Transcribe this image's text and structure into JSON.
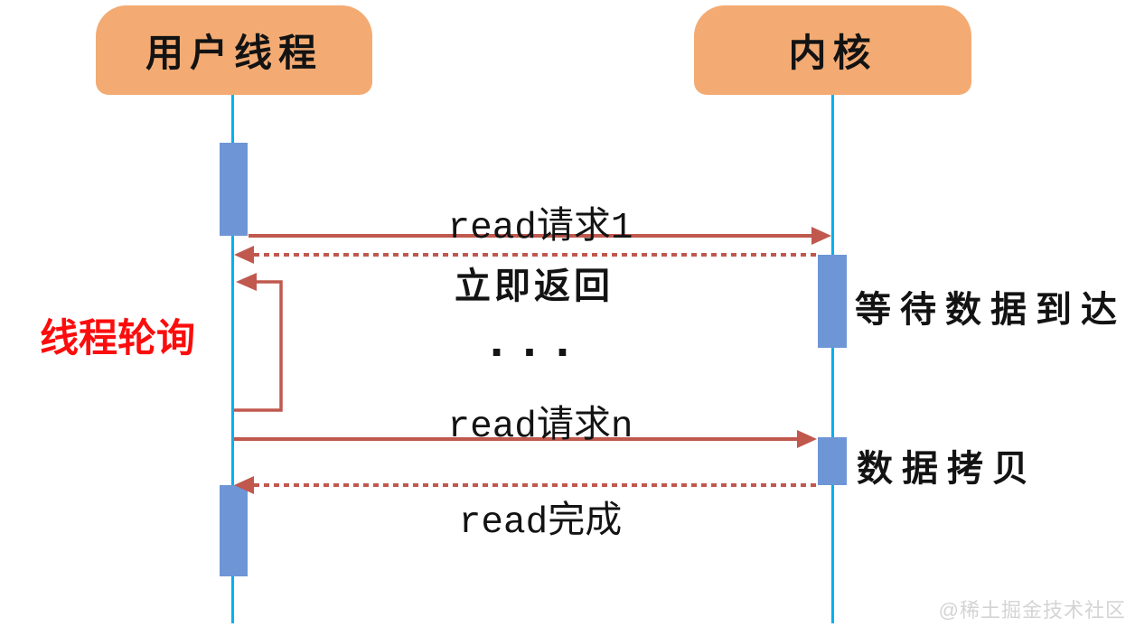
{
  "diagram": {
    "type": "sequence-diagram",
    "topic": "non-blocking IO thread polling",
    "actors": [
      {
        "id": "user-thread",
        "label": "用户线程"
      },
      {
        "id": "kernel",
        "label": "内核"
      }
    ],
    "messages": [
      {
        "id": "read-request-1",
        "label": "read请求1",
        "from": "user-thread",
        "to": "kernel",
        "style": "solid"
      },
      {
        "id": "immediate-return",
        "label": "立即返回",
        "from": "kernel",
        "to": "user-thread",
        "style": "dashed"
      },
      {
        "id": "read-request-n",
        "label": "read请求n",
        "from": "user-thread",
        "to": "kernel",
        "style": "solid"
      },
      {
        "id": "read-complete",
        "label": "read完成",
        "from": "kernel",
        "to": "user-thread",
        "style": "dashed"
      }
    ],
    "loop": {
      "id": "polling-loop",
      "label": "线程轮询",
      "on": "user-thread"
    },
    "ellipsis": "...",
    "annotations": [
      {
        "id": "wait-data",
        "label": "等待数据到达",
        "on": "kernel"
      },
      {
        "id": "data-copy",
        "label": "数据拷贝",
        "on": "kernel"
      }
    ],
    "watermark": "@稀土掘金技术社区",
    "colors": {
      "actor_fill": "#F3AB73",
      "lifeline": "#00B0F0",
      "activation": "#6E96D7",
      "arrow": "#C0584E",
      "polling_text": "#FB0D0D",
      "watermark_text": "#D4D4D4"
    }
  }
}
